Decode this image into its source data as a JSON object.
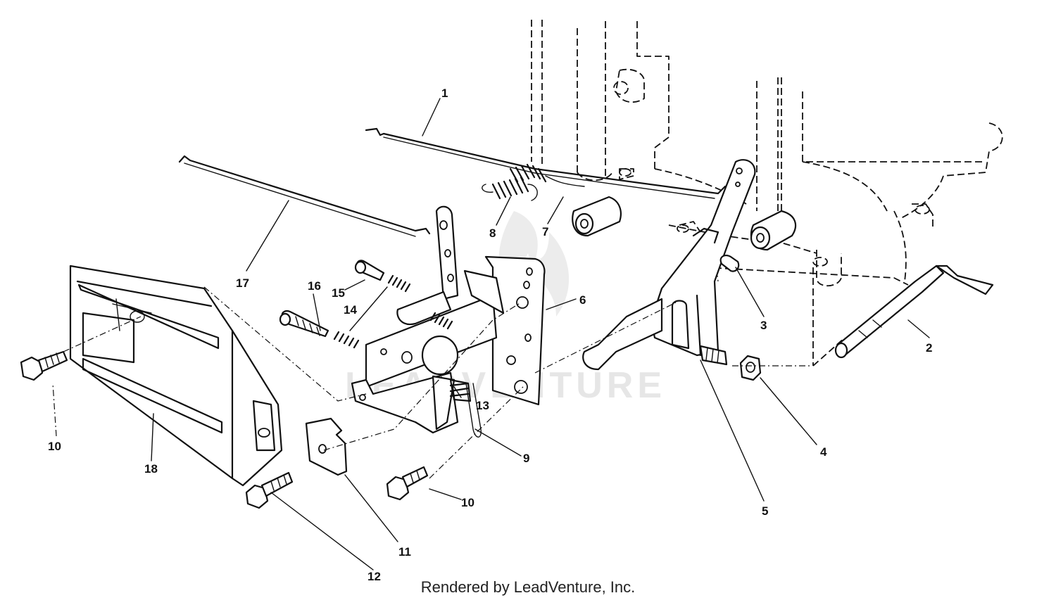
{
  "callouts": [
    {
      "id": "c1",
      "text": "1"
    },
    {
      "id": "c2",
      "text": "2"
    },
    {
      "id": "c3",
      "text": "3"
    },
    {
      "id": "c4",
      "text": "4"
    },
    {
      "id": "c5",
      "text": "5"
    },
    {
      "id": "c6",
      "text": "6"
    },
    {
      "id": "c7",
      "text": "7"
    },
    {
      "id": "c8",
      "text": "8"
    },
    {
      "id": "c9",
      "text": "9"
    },
    {
      "id": "c10a",
      "text": "10"
    },
    {
      "id": "c10b",
      "text": "10"
    },
    {
      "id": "c11",
      "text": "11"
    },
    {
      "id": "c12",
      "text": "12"
    },
    {
      "id": "c13",
      "text": "13"
    },
    {
      "id": "c14",
      "text": "14"
    },
    {
      "id": "c15",
      "text": "15"
    },
    {
      "id": "c16",
      "text": "16"
    },
    {
      "id": "c17",
      "text": "17"
    },
    {
      "id": "c18",
      "text": "18"
    }
  ],
  "watermark": "LEADVENTURE",
  "credit": "Rendered by LeadVenture, Inc.",
  "icons": {
    "watermark_logo": "flame-logo-icon"
  }
}
